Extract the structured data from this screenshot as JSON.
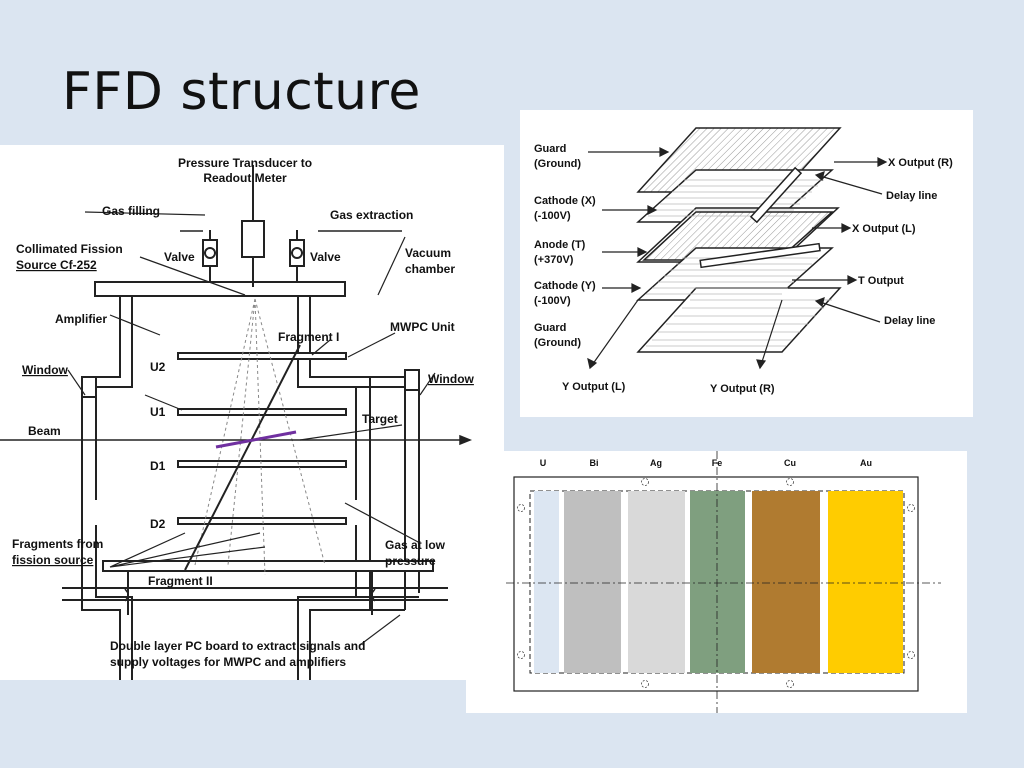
{
  "slide": {
    "title": "FFD structure"
  },
  "ffd": {
    "pressure_transducer": [
      "Pressure Transducer to",
      "Readout Meter"
    ],
    "gas_filling": "Gas filling",
    "gas_extraction": "Gas extraction",
    "collimated_source": [
      "Collimated Fission",
      "Source Cf-252"
    ],
    "valve_left": "Valve",
    "valve_right": "Valve",
    "vacuum_chamber": [
      "Vacuum",
      "chamber"
    ],
    "amplifier": "Amplifier",
    "mwpc_unit": "MWPC Unit",
    "fragment_1": "Fragment I",
    "window_left": "Window",
    "window_right": "Window",
    "u2": "U2",
    "u1": "U1",
    "target": "Target",
    "beam": "Beam",
    "d1": "D1",
    "d2": "D2",
    "fragments_from": [
      "Fragments from",
      "fission source"
    ],
    "gas_low_pressure": [
      "Gas at low",
      "pressure"
    ],
    "fragment_2": "Fragment II",
    "pc_board": [
      "Double layer PC board to extract signals and",
      "supply voltages for MWPC and amplifiers"
    ],
    "target_color": "#7030a0"
  },
  "mwpc": {
    "guard_top": [
      "Guard",
      "(Ground)"
    ],
    "cathode_x": [
      "Cathode (X)",
      "(-100V)"
    ],
    "anode_t": [
      "Anode (T)",
      "(+370V)"
    ],
    "cathode_y": [
      "Cathode (Y)",
      "(-100V)"
    ],
    "guard_bottom": [
      "Guard",
      "(Ground)"
    ],
    "x_output_r": "X Output (R)",
    "delay_line_1": "Delay line",
    "x_output_l": "X Output (L)",
    "t_output": "T Output",
    "delay_line_2": "Delay line",
    "y_output_l": "Y Output (L)",
    "y_output_r": "Y Output (R)"
  },
  "foils": {
    "labels": [
      "U",
      "Bi",
      "Ag",
      "Fe",
      "Cu",
      "Au"
    ],
    "colors": [
      "#dce6f2",
      "#bfbfbf",
      "#d9d9d9",
      "#7f9f7f",
      "#b07b30",
      "#ffcc00"
    ]
  }
}
